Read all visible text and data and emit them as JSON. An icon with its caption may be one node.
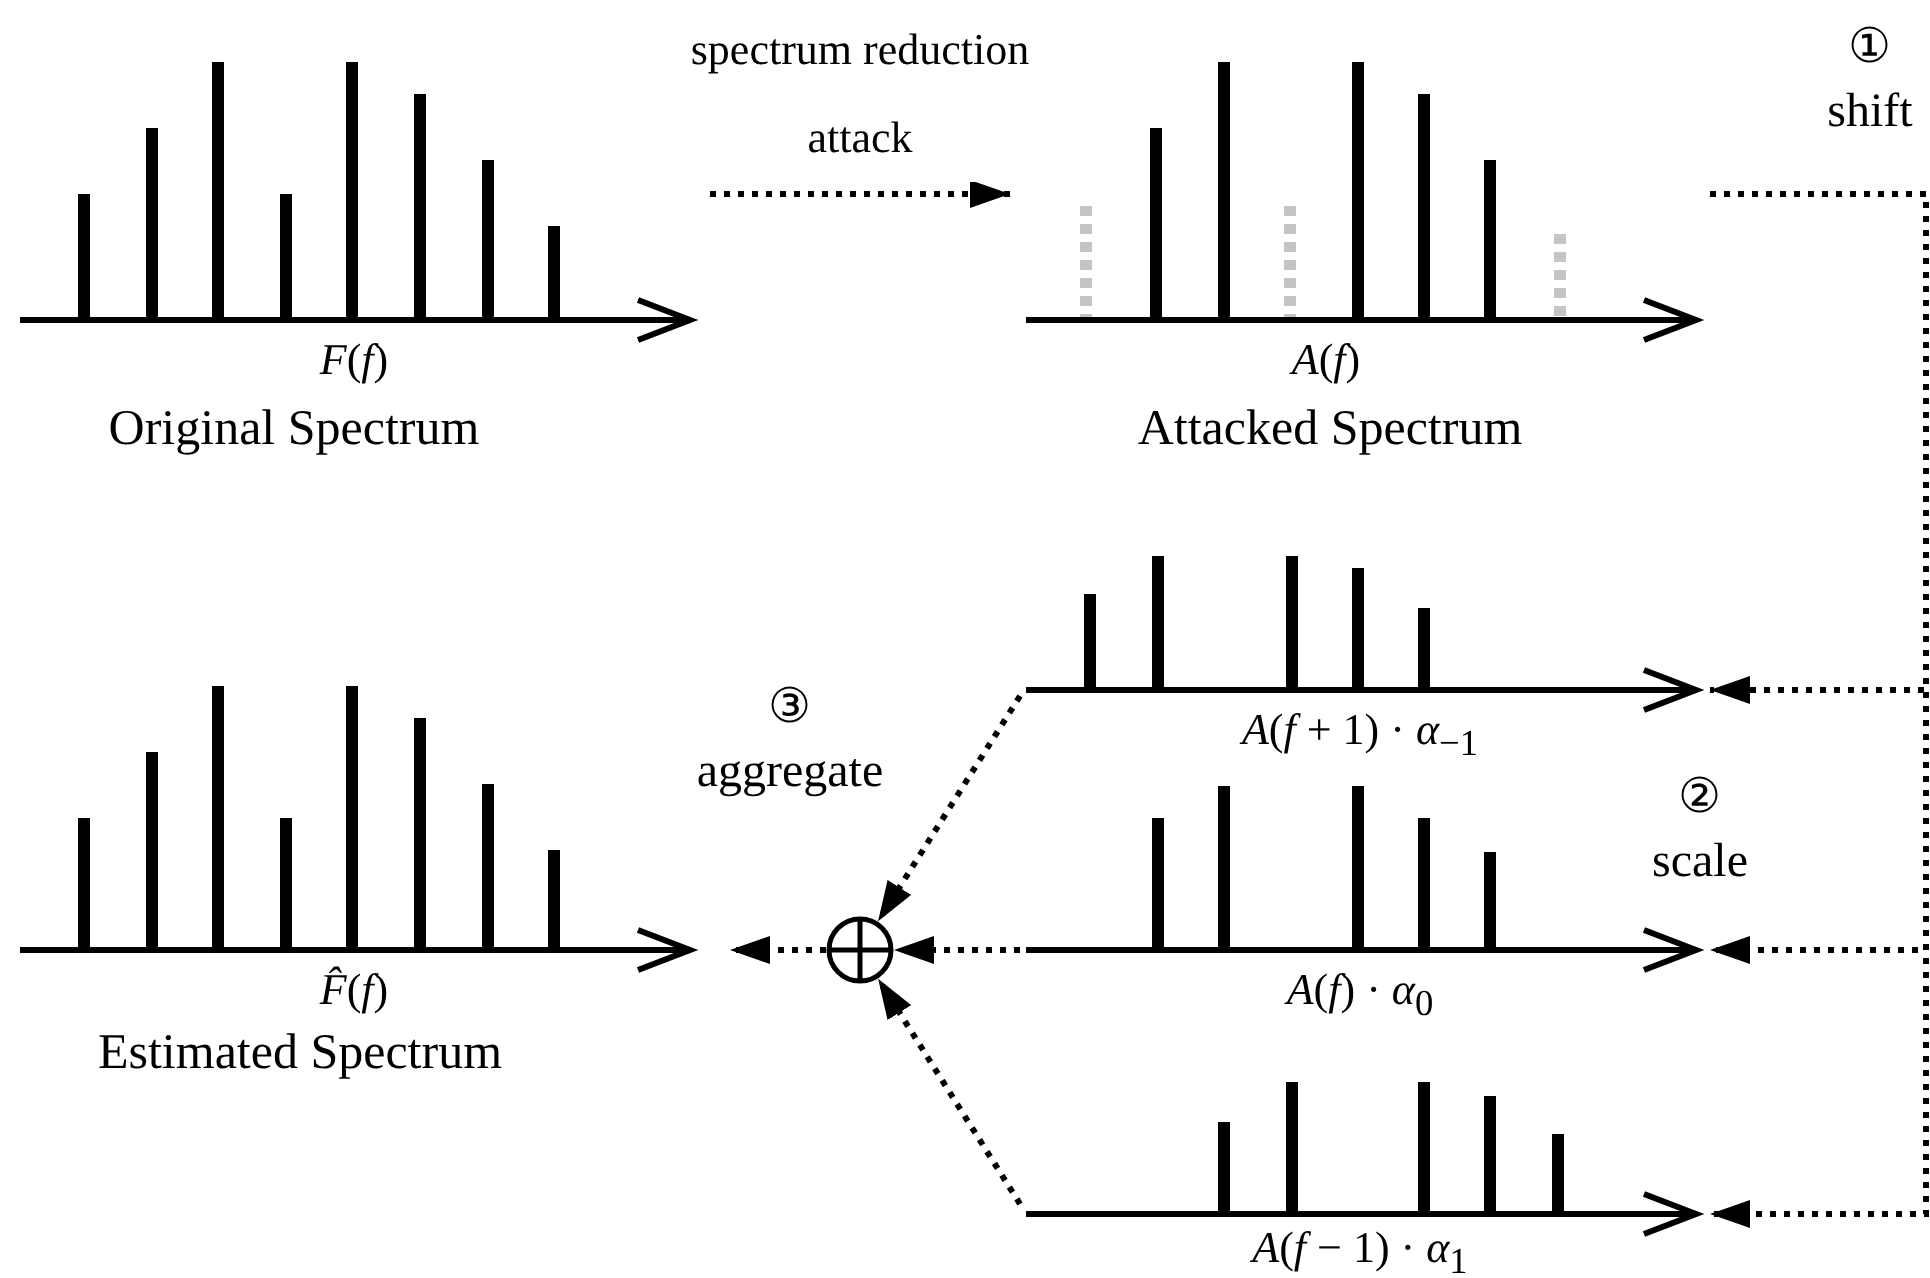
{
  "diagram": {
    "nodes": [
      {
        "text": [
          "*F*(*f*)",
          "Original Spectrum"
        ]
      },
      {
        "text": [
          "*A*(*f*)",
          "Attacked Spectrum"
        ]
      },
      {
        "text": [
          "*A*(*f* + 1) · *α*$_{−1}$"
        ]
      },
      {
        "text": [
          "*A*(*f*) · *α*$_{0}$"
        ]
      },
      {
        "text": [
          "*A*(*f* − 1) · *α*$_{1}$"
        ]
      },
      {
        "text": [],
        "shape": "circle"
      },
      {
        "text": [
          "*F̂*(*f*)",
          "Estimated Spectrum"
        ]
      }
    ],
    "edges": [
      {
        "from": 0,
        "to": 1,
        "arrow": "to",
        "label": "spectrum reduction attack",
        "style": "dashed"
      },
      {
        "from": 1,
        "to": 2,
        "arrow": "to",
        "style": "dashed"
      },
      {
        "from": 1,
        "to": 3,
        "arrow": "to",
        "style": "dashed"
      },
      {
        "from": 1,
        "to": 4,
        "arrow": "to",
        "style": "dashed"
      },
      {
        "from": 2,
        "to": 5,
        "arrow": "to",
        "style": "dashed"
      },
      {
        "from": 3,
        "to": 5,
        "arrow": "to",
        "style": "dashed"
      },
      {
        "from": 4,
        "to": 5,
        "arrow": "to",
        "style": "dashed"
      },
      {
        "from": 5,
        "to": 6,
        "arrow": "to",
        "style": "dashed"
      }
    ],
    "labels": [
      "① shift",
      "② scale",
      "③ aggregate"
    ]
  }
}
